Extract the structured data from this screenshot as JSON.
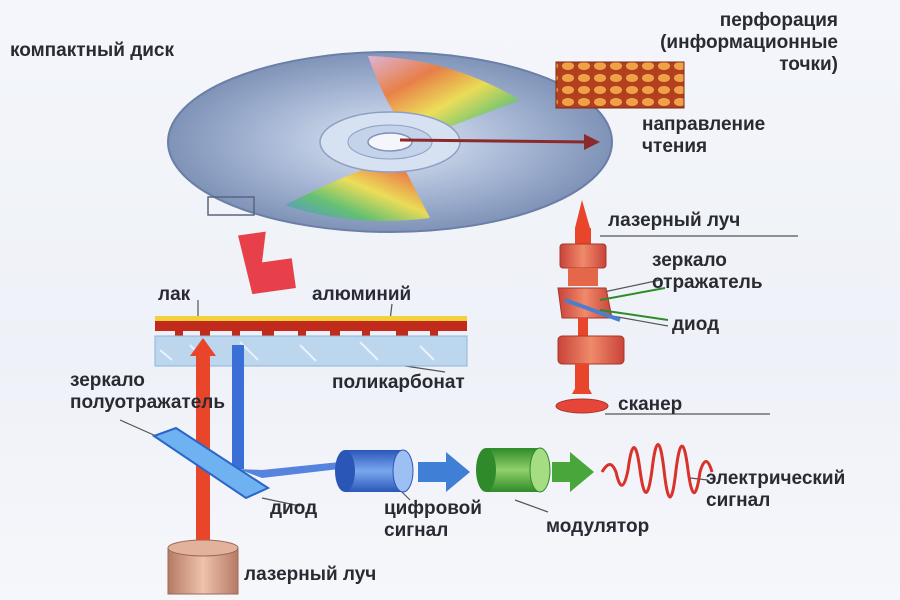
{
  "labels": {
    "cd": "компактный диск",
    "perforation": "перфорация\n(информационные\nточки)",
    "direction": "направление\nчтения",
    "laser_top": "лазерный луч",
    "mirror_reflector": "зеркало\nотражатель",
    "diode_top": "диод",
    "scanner": "сканер",
    "lacquer": "лак",
    "aluminium": "алюминий",
    "polycarbonate": "поликарбонат",
    "half_mirror": "зеркало\nполуотражатель",
    "diode_bottom": "диод",
    "digital_signal": "цифровой\nсигнал",
    "modulator": "модулятор",
    "electric_signal": "электрический\nсигнал",
    "laser_bottom": "лазерный луч"
  },
  "colors": {
    "laser": "#e8452a",
    "reflected": "#3b6fd8",
    "lacquer": "#f2d23a",
    "aluminium": "#c22a1c",
    "polycarbonate": "#bcd6ee",
    "modulator": "#49a63a",
    "digital": "#3f7fd6",
    "signal_wave": "#d8322b"
  }
}
